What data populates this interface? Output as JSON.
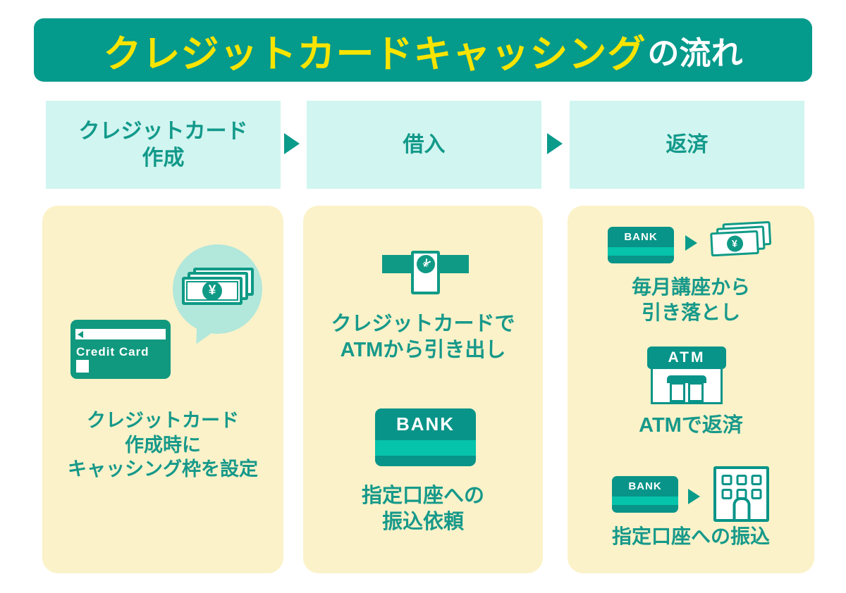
{
  "title": {
    "highlight": "クレジットカードキャッシング",
    "suffix": "の流れ"
  },
  "steps": [
    {
      "label": "クレジットカード\n作成"
    },
    {
      "label": "借入"
    },
    {
      "label": "返済"
    }
  ],
  "panel1": {
    "money_symbol": "¥",
    "card_label": "Credit Card",
    "caption": "クレジットカード\n作成時に\nキャッシング枠を設定"
  },
  "panel2": {
    "card_symbol": "¥",
    "caption_top": "クレジットカードで\nATMから引き出し",
    "bank_label": "BANK",
    "caption_bottom": "指定口座への\n振込依頼"
  },
  "panel3": {
    "row1": {
      "bank_label": "BANK",
      "money_symbol": "¥",
      "caption": "毎月講座から\n引き落とし"
    },
    "row2": {
      "atm_label": "ATM",
      "caption": "ATMで返済"
    },
    "row3": {
      "bank_label": "BANK",
      "caption": "指定口座への振込"
    }
  },
  "colors": {
    "teal_primary": "#0a9b8b",
    "teal_bright": "#06c3ab",
    "header_cyan": "#d1f5f0",
    "panel_cream": "#fbf2c9",
    "bubble_mint": "#b2e7db",
    "title_yellow": "#f8e400",
    "text_teal": "#17998a"
  }
}
